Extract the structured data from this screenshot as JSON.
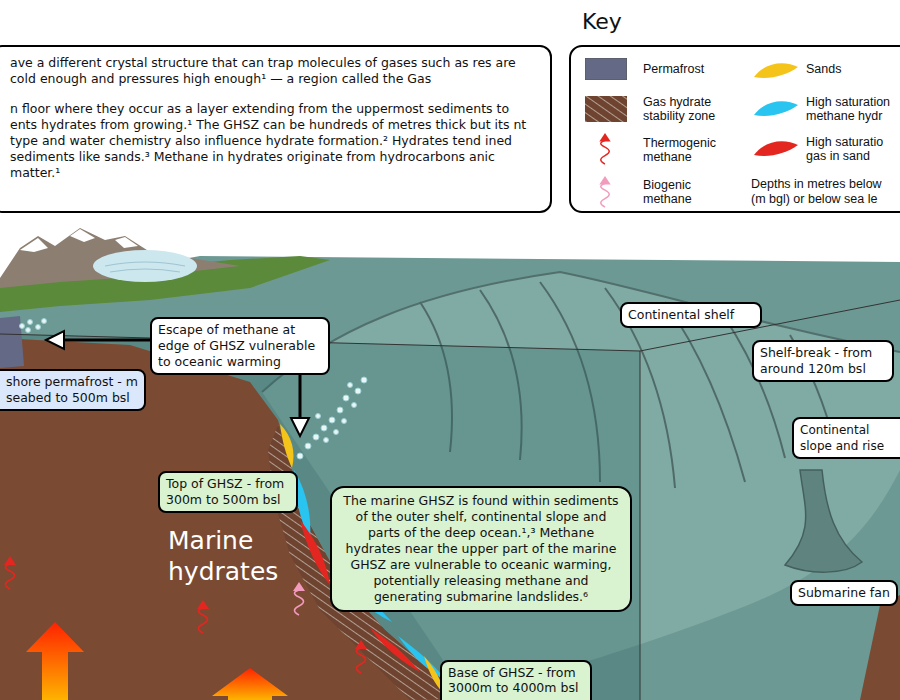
{
  "diagram": {
    "nodes": [
      {
        "text": [
          "ave a different crystal structure that can trap molecules of gases such as res are cold enough and pressures high enough¹ — a region called the Gas",
          "n floor where they occur as a layer extending from the uppermost sediments to ents hydrates from growing.¹ The GHSZ can be hundreds of metres thick but its nt type and water chemistry also influence hydrate formation.² Hydrates tend ined sediments like sands.³ Methane in hydrates originate from hydrocarbons anic matter.¹"
        ]
      },
      {
        "text": [
          "Escape of methane at edge of GHSZ vulnerable to oceanic warming"
        ]
      },
      {
        "text": [
          "shore permafrost - m seabed to 500m bsl"
        ]
      },
      {
        "text": [
          "Continental shelf"
        ]
      },
      {
        "text": [
          "Shelf-break - from around 120m bsl"
        ]
      },
      {
        "text": [
          "Continental slope and rise"
        ]
      },
      {
        "text": [
          "Top of GHSZ - from 300m to 500m bsl"
        ]
      },
      {
        "text": [
          "The marine GHSZ is found within sediments of the outer shelf, continental slope and parts of the deep ocean.¹,³ Methane hydrates near the upper part of the marine GHSZ are vulnerable to oceanic warming, potentially releasing methane and generating submarine landslides.⁶"
        ]
      },
      {
        "text": [
          "Submarine fan"
        ]
      },
      {
        "text": [
          "Base of GHSZ - from 3000m to 4000m bsl"
        ]
      }
    ],
    "labels": [
      "Key",
      "Marine hydrates",
      "Depths in metres below (m bgl) or below sea le"
    ],
    "legend": [
      {
        "text": "Permafrost",
        "color": "#646a86"
      },
      {
        "text": "Sands",
        "color": "#f5c41a"
      },
      {
        "text": "Gas hydrate stability zone"
      },
      {
        "text": "High saturation methane hydr",
        "color": "#29c4f0"
      },
      {
        "text": "Thermogenic methane"
      },
      {
        "text": "High saturatio gas in sand",
        "color": "#e42620"
      },
      {
        "text": "Biogenic methane"
      }
    ]
  }
}
